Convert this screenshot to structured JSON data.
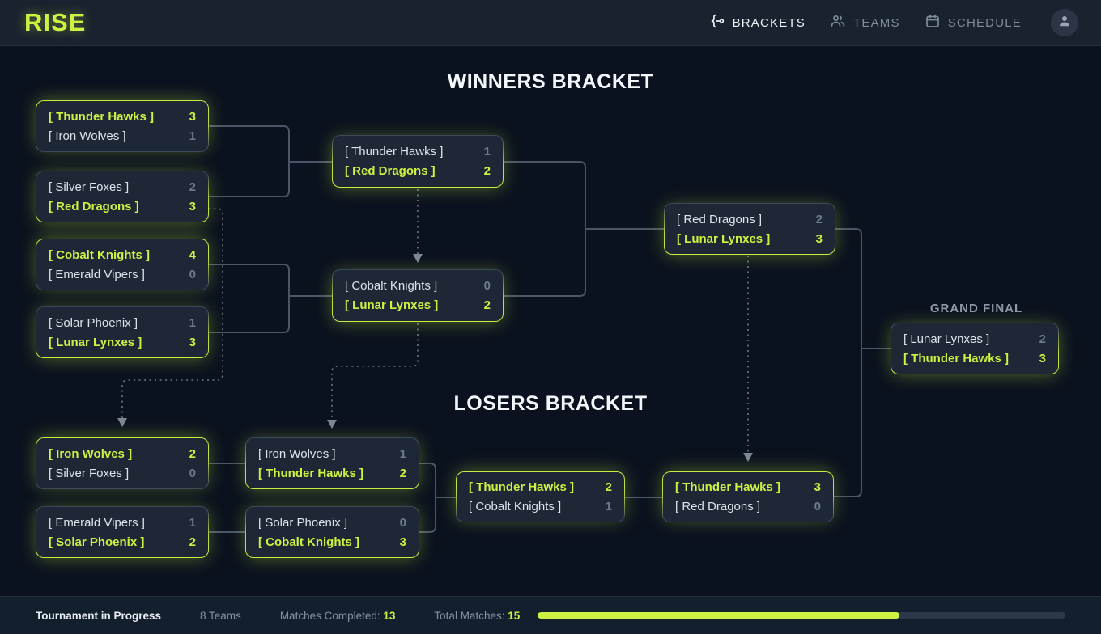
{
  "header": {
    "logo": "RISE",
    "nav": [
      {
        "label": "BRACKETS",
        "icon": "bracket-icon",
        "active": true
      },
      {
        "label": "TEAMS",
        "icon": "users-icon",
        "active": false
      },
      {
        "label": "SCHEDULE",
        "icon": "calendar-icon",
        "active": false
      }
    ]
  },
  "sections": {
    "winners_title": "WINNERS BRACKET",
    "losers_title": "LOSERS BRACKET",
    "grand_final_label": "GRAND FINAL"
  },
  "matches": {
    "m1": {
      "rows": [
        {
          "name": "[ Thunder Hawks ]",
          "score": "3",
          "winner": true
        },
        {
          "name": "[ Iron Wolves ]",
          "score": "1",
          "winner": false
        }
      ]
    },
    "m2": {
      "rows": [
        {
          "name": "[ Silver Foxes ]",
          "score": "2",
          "winner": false
        },
        {
          "name": "[ Red Dragons ]",
          "score": "3",
          "winner": true
        }
      ]
    },
    "m3": {
      "rows": [
        {
          "name": "[ Cobalt Knights ]",
          "score": "4",
          "winner": true
        },
        {
          "name": "[ Emerald Vipers ]",
          "score": "0",
          "winner": false
        }
      ]
    },
    "m4": {
      "rows": [
        {
          "name": "[ Solar Phoenix ]",
          "score": "1",
          "winner": false
        },
        {
          "name": "[ Lunar Lynxes ]",
          "score": "3",
          "winner": true
        }
      ]
    },
    "m5": {
      "rows": [
        {
          "name": "[ Thunder Hawks ]",
          "score": "1",
          "winner": false
        },
        {
          "name": "[ Red Dragons ]",
          "score": "2",
          "winner": true
        }
      ]
    },
    "m6": {
      "rows": [
        {
          "name": "[ Cobalt Knights ]",
          "score": "0",
          "winner": false
        },
        {
          "name": "[ Lunar Lynxes ]",
          "score": "2",
          "winner": true
        }
      ]
    },
    "m7": {
      "rows": [
        {
          "name": "[ Red Dragons ]",
          "score": "2",
          "winner": false
        },
        {
          "name": "[ Lunar Lynxes ]",
          "score": "3",
          "winner": true
        }
      ]
    },
    "m8": {
      "rows": [
        {
          "name": "[ Iron Wolves ]",
          "score": "2",
          "winner": true
        },
        {
          "name": "[ Silver Foxes ]",
          "score": "0",
          "winner": false
        }
      ]
    },
    "m9": {
      "rows": [
        {
          "name": "[ Emerald Vipers ]",
          "score": "1",
          "winner": false
        },
        {
          "name": "[ Solar Phoenix ]",
          "score": "2",
          "winner": true
        }
      ]
    },
    "m10": {
      "rows": [
        {
          "name": "[ Iron Wolves ]",
          "score": "1",
          "winner": false
        },
        {
          "name": "[ Thunder Hawks ]",
          "score": "2",
          "winner": true
        }
      ]
    },
    "m11": {
      "rows": [
        {
          "name": "[ Solar Phoenix ]",
          "score": "0",
          "winner": false
        },
        {
          "name": "[ Cobalt Knights ]",
          "score": "3",
          "winner": true
        }
      ]
    },
    "m12": {
      "rows": [
        {
          "name": "[ Thunder Hawks ]",
          "score": "2",
          "winner": true
        },
        {
          "name": "[ Cobalt Knights ]",
          "score": "1",
          "winner": false
        }
      ]
    },
    "m13": {
      "rows": [
        {
          "name": "[ Thunder Hawks ]",
          "score": "3",
          "winner": true
        },
        {
          "name": "[ Red Dragons ]",
          "score": "0",
          "winner": false
        }
      ]
    },
    "m14": {
      "rows": [
        {
          "name": "[ Lunar Lynxes ]",
          "score": "2",
          "winner": false
        },
        {
          "name": "[ Thunder Hawks ]",
          "score": "3",
          "winner": true
        }
      ]
    }
  },
  "footer": {
    "status": "Tournament in Progress",
    "teams": "8 Teams",
    "completed_label": "Matches Completed:",
    "completed_value": "13",
    "total_label": "Total Matches:",
    "total_value": "15",
    "progress_percent": 68.5
  },
  "colors": {
    "accent": "#cdf243",
    "background": "#0b121f",
    "header_bg": "#19222f",
    "card_bg": "#1d2735",
    "card_border": "#39465a",
    "connector": "#4a5668",
    "muted_text": "#8791a1"
  }
}
